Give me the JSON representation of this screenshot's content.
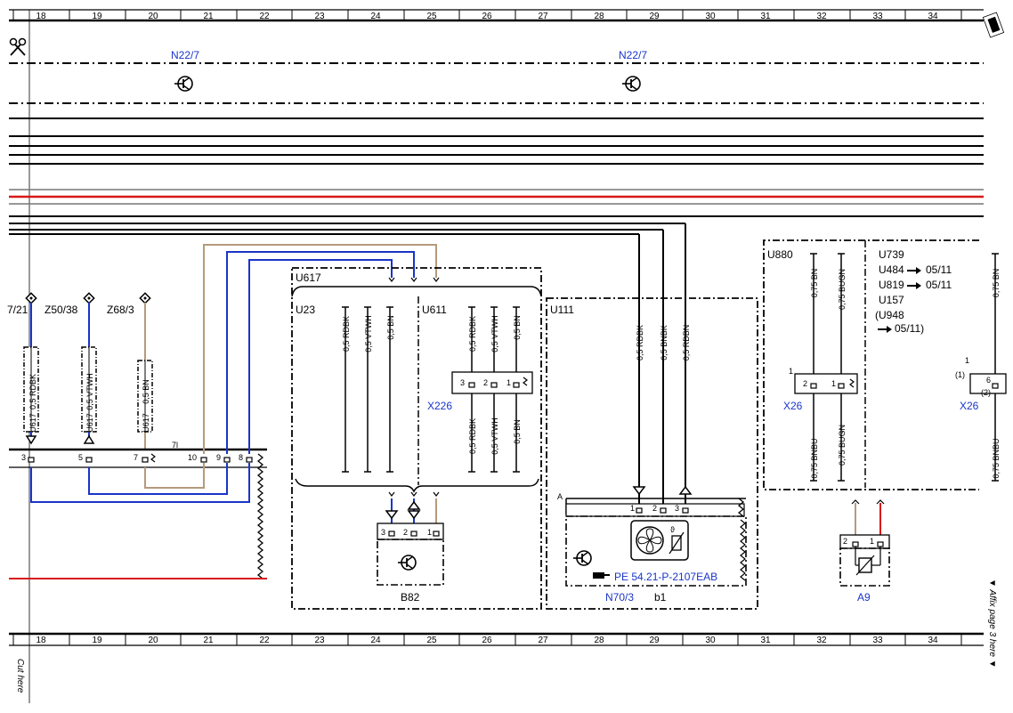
{
  "columns": [
    "18",
    "19",
    "20",
    "21",
    "22",
    "23",
    "24",
    "25",
    "26",
    "27",
    "28",
    "29",
    "30",
    "31",
    "32",
    "33",
    "34"
  ],
  "top_refs": [
    {
      "label": "N22/7"
    },
    {
      "label": "N22/7"
    }
  ],
  "left_refs": [
    "7/21",
    "Z50/38",
    "Z68/3"
  ],
  "left_wires": [
    "0,5 RDBK",
    "0,5 VTWH",
    "0,5 BN"
  ],
  "left_wire_group": "U617",
  "left_connector_pins": [
    "3",
    "5",
    "7",
    "7l",
    "10",
    "9",
    "8"
  ],
  "u617": {
    "label": "U617",
    "top_section": "U23",
    "right_section": "U611"
  },
  "u23_wires": [
    "0,5 RDBK",
    "0,5 VTWH",
    "0,5 BN"
  ],
  "u611_wires_top": [
    "0,5 RDBK",
    "0,5 VTWH",
    "0,5 BN"
  ],
  "u611_wires_bottom": [
    "0,5 RDBK",
    "0,5 VTWH",
    "0,5 BN"
  ],
  "x226": {
    "label": "X226",
    "pins": [
      "3",
      "2",
      "1"
    ]
  },
  "b82": {
    "label": "B82",
    "pins": [
      "3",
      "2",
      "1"
    ]
  },
  "u111": {
    "label": "U111",
    "wires": [
      "0,5 RDBK",
      "0,5 BNBK",
      "0,5 RDBN"
    ],
    "corner": "A",
    "pins": [
      "1",
      "2",
      "3"
    ]
  },
  "n703": {
    "label": "N70/3",
    "ref": "PE 54.21-P-2107EAB",
    "sub": "b1"
  },
  "u880": {
    "label": "U880",
    "wires_top": [
      "0,75 BN",
      "0,75 BUGN"
    ],
    "wires_bottom": [
      "0,75 BNBU",
      "0,75 BUGN"
    ],
    "connector": "X26",
    "pin_numbers": [
      "1",
      "2",
      "1"
    ]
  },
  "variants": {
    "lines": [
      "U739",
      "U484",
      "U819",
      "U157",
      "(U948",
      "05/11)"
    ],
    "dates": [
      "05/11",
      "05/11"
    ]
  },
  "x26_right": {
    "label": "X26",
    "pins": [
      "1",
      "(1)",
      "6",
      "(2)"
    ],
    "wire_top": "0,75 BN",
    "wire_bottom": "0,75 BNBU"
  },
  "a9": {
    "label": "A9",
    "pins": [
      "2",
      "1"
    ]
  },
  "margin_text": {
    "affix": "Affix page 3 here",
    "cut": "Cut here"
  },
  "colors": {
    "red": "#d81818",
    "blue": "#1a35c8",
    "brown": "#b59a7c",
    "black": "#000000"
  }
}
